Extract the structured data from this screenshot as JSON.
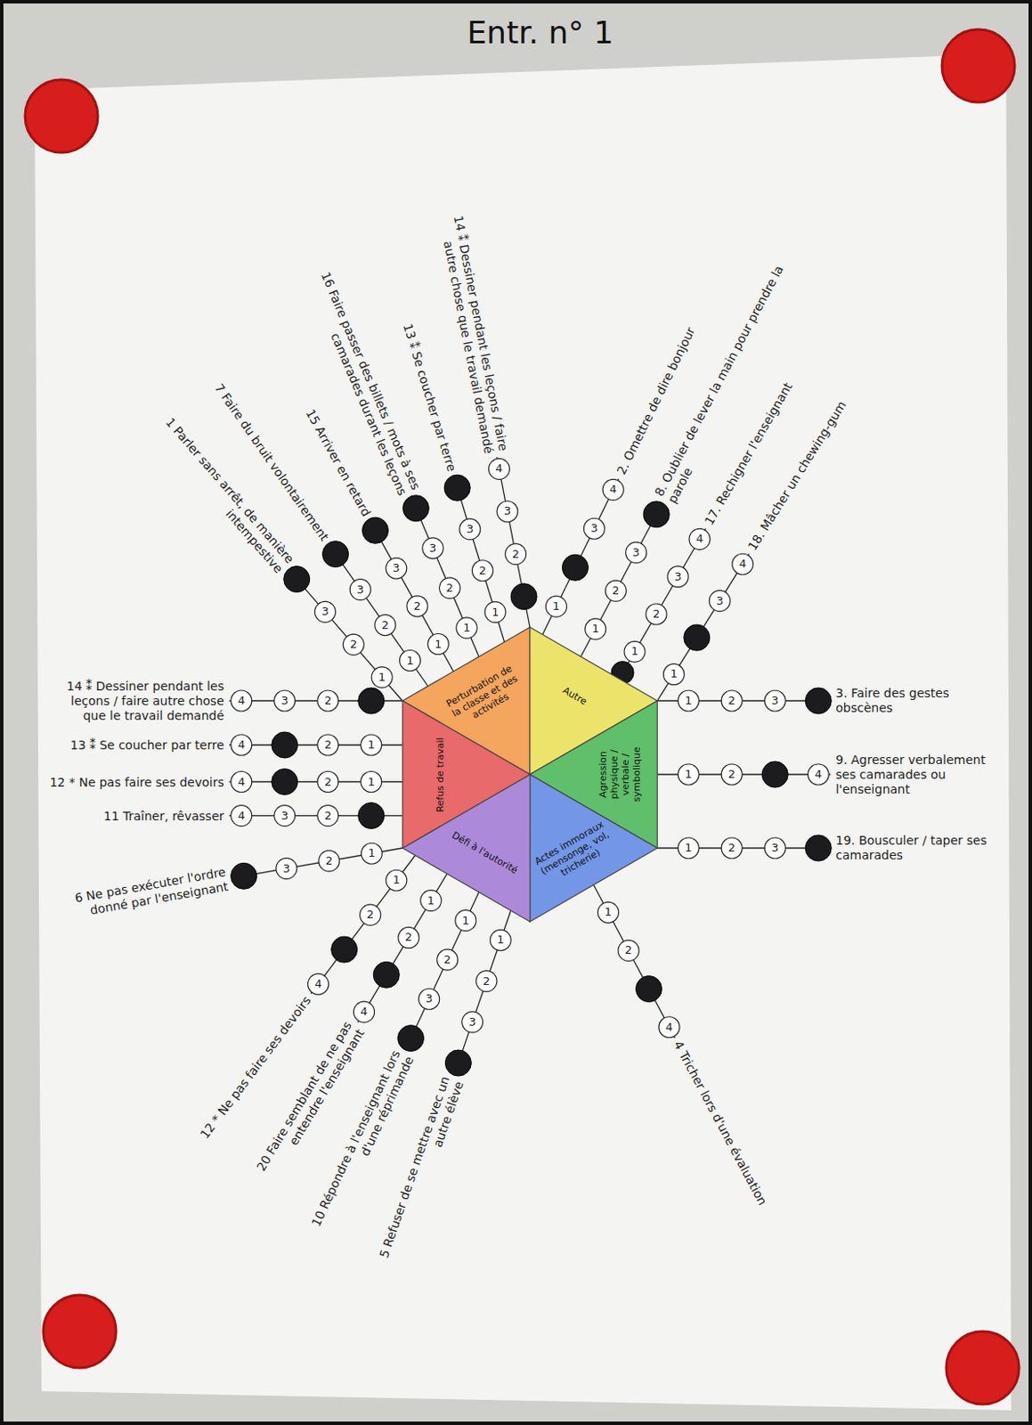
{
  "diagram": {
    "title": "Entr. n° 1",
    "nodes": [
      {
        "text": [
          "Perturbation de la classe et des activités"
        ]
      },
      {
        "text": [
          "Autre"
        ]
      },
      {
        "text": [
          "Agression physique / verbale / symbolique"
        ]
      },
      {
        "text": [
          "Actes immoraux (mensonge, vol, tricherie)"
        ]
      },
      {
        "text": [
          "Défi à l'autorité"
        ]
      },
      {
        "text": [
          "Refus de travail"
        ]
      }
    ],
    "labels": [
      "1",
      "3",
      "4",
      "2. Omettre de dire bonjour",
      "1",
      "2",
      "3",
      "8. Oublier de lever la main pour prendre la parole",
      "1",
      "2",
      "3",
      "4",
      "17. Rechigner l'enseignant",
      "1",
      "3",
      "4",
      "18. Mâcher un chewing-gum",
      "1",
      "2",
      "3",
      "3. Faire des gestes obscènes",
      "1",
      "2",
      "4",
      "9. Agresser verbalement ses camarades ou l'enseignant",
      "1",
      "2",
      "3",
      "19. Bousculer / taper ses camarades",
      "1",
      "2",
      "4",
      "4 Tricher lors d'une évaluation",
      "1",
      "2",
      "3",
      "5 Refuser de se mettre avec un autre élève",
      "1",
      "2",
      "3",
      "10 Répondre à l'enseignant lors d'une réprimande",
      "1",
      "2",
      "4",
      "20 Faire semblant de ne pas entendre l'enseignant",
      "1",
      "2",
      "4",
      "12 * Ne pas faire ses devoirs",
      "1",
      "2",
      "3",
      "6 Ne pas exécuter l'ordre donné par l'enseignant",
      "2",
      "3",
      "4",
      "11 Traîner, rêvasser",
      "1",
      "2",
      "4",
      "12 * Ne pas faire ses devoirs",
      "1",
      "2",
      "4",
      "13 ⁑ Se coucher par terre",
      "2",
      "3",
      "4",
      "14 ⁑ Dessiner pendant les leçons / faire autre chose que le travail demandé",
      "1",
      "2",
      "3",
      "1 Parler sans arrêt, de manière intempestive",
      "1",
      "2",
      "3",
      "7 Faire du bruit volontairement",
      "1",
      "2",
      "3",
      "15 Arriver en retard",
      "1",
      "2",
      "3",
      "16 Faire passer des billets / mots à ses camarades durant les leçons",
      "1",
      "2",
      "3",
      "13 ⁑ Se coucher par terre",
      "2",
      "3",
      "4",
      "14 ⁑ Dessiner pendant les leçons / faire autre chose que le travail demandé"
    ]
  }
}
